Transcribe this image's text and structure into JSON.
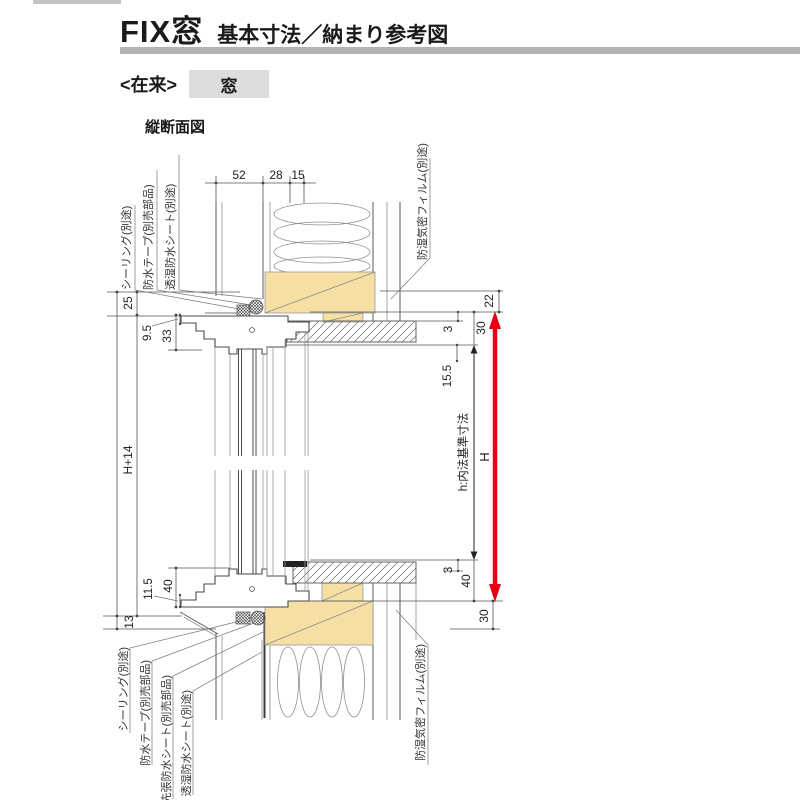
{
  "header": {
    "title_main": "FIX窓",
    "title_sub": "基本寸法／納まり参考図",
    "method": "<在来>",
    "type": "窓",
    "view": "縦断面図"
  },
  "dims": {
    "top": {
      "t52": "52",
      "t28": "28",
      "t15": "15"
    },
    "left": {
      "l25": "25",
      "l95": "9.5",
      "l33": "33",
      "lh14": "H+14",
      "l115": "11.5",
      "l40": "40",
      "l13": "13"
    },
    "right": {
      "r22": "22",
      "r30t": "30",
      "r3t": "3",
      "r155": "15.5",
      "rh": "h:内法基準寸法",
      "rH": "H",
      "r3b": "3",
      "r40b": "40",
      "r30b": "30"
    }
  },
  "labels": {
    "sealing": "シーリング(別途)",
    "tape": "防水テープ(別売部品)",
    "toshitsu": "透湿防水シート(別途)",
    "sakibari": "先張防水シート(別売部品)",
    "film": "防湿気密フィルム(別途)"
  },
  "colors": {
    "red": "#e50012",
    "wood": "#f5dfa2",
    "bar": "#b3b3b3",
    "box": "#dcdcdc"
  }
}
